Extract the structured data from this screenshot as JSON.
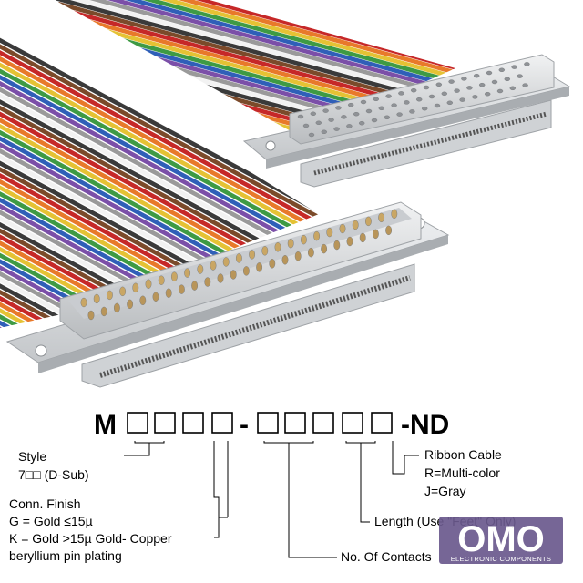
{
  "part_number": {
    "prefix": "M",
    "suffix": "-ND",
    "group1_boxes": 4,
    "group2_boxes": 5
  },
  "labels": {
    "style": [
      "Style",
      "7□□ (D-Sub)"
    ],
    "conn_finish": [
      "Conn. Finish",
      "G = Gold ≤15µ",
      "K = Gold >15µ Gold- Copper",
      "beryllium pin plating"
    ],
    "ribbon_cable": [
      "Ribbon Cable",
      "R=Multi-color",
      "J=Gray"
    ],
    "length": "Length (Use \"Feet\" Only)",
    "contacts": "No. Of Contacts"
  },
  "logo": {
    "text": "OMO",
    "sub": "ELECTRONIC COMPONENTS"
  },
  "colors": {
    "ribbon": [
      "#3a3a3a",
      "#7b4a2a",
      "#c62828",
      "#e8792a",
      "#e5c234",
      "#3e9a44",
      "#2f5fb8",
      "#7b4fa8",
      "#9a9a9a",
      "#f2f2f2"
    ],
    "shell": "#d8dadc",
    "logo_bg": "#6b5a8e"
  }
}
